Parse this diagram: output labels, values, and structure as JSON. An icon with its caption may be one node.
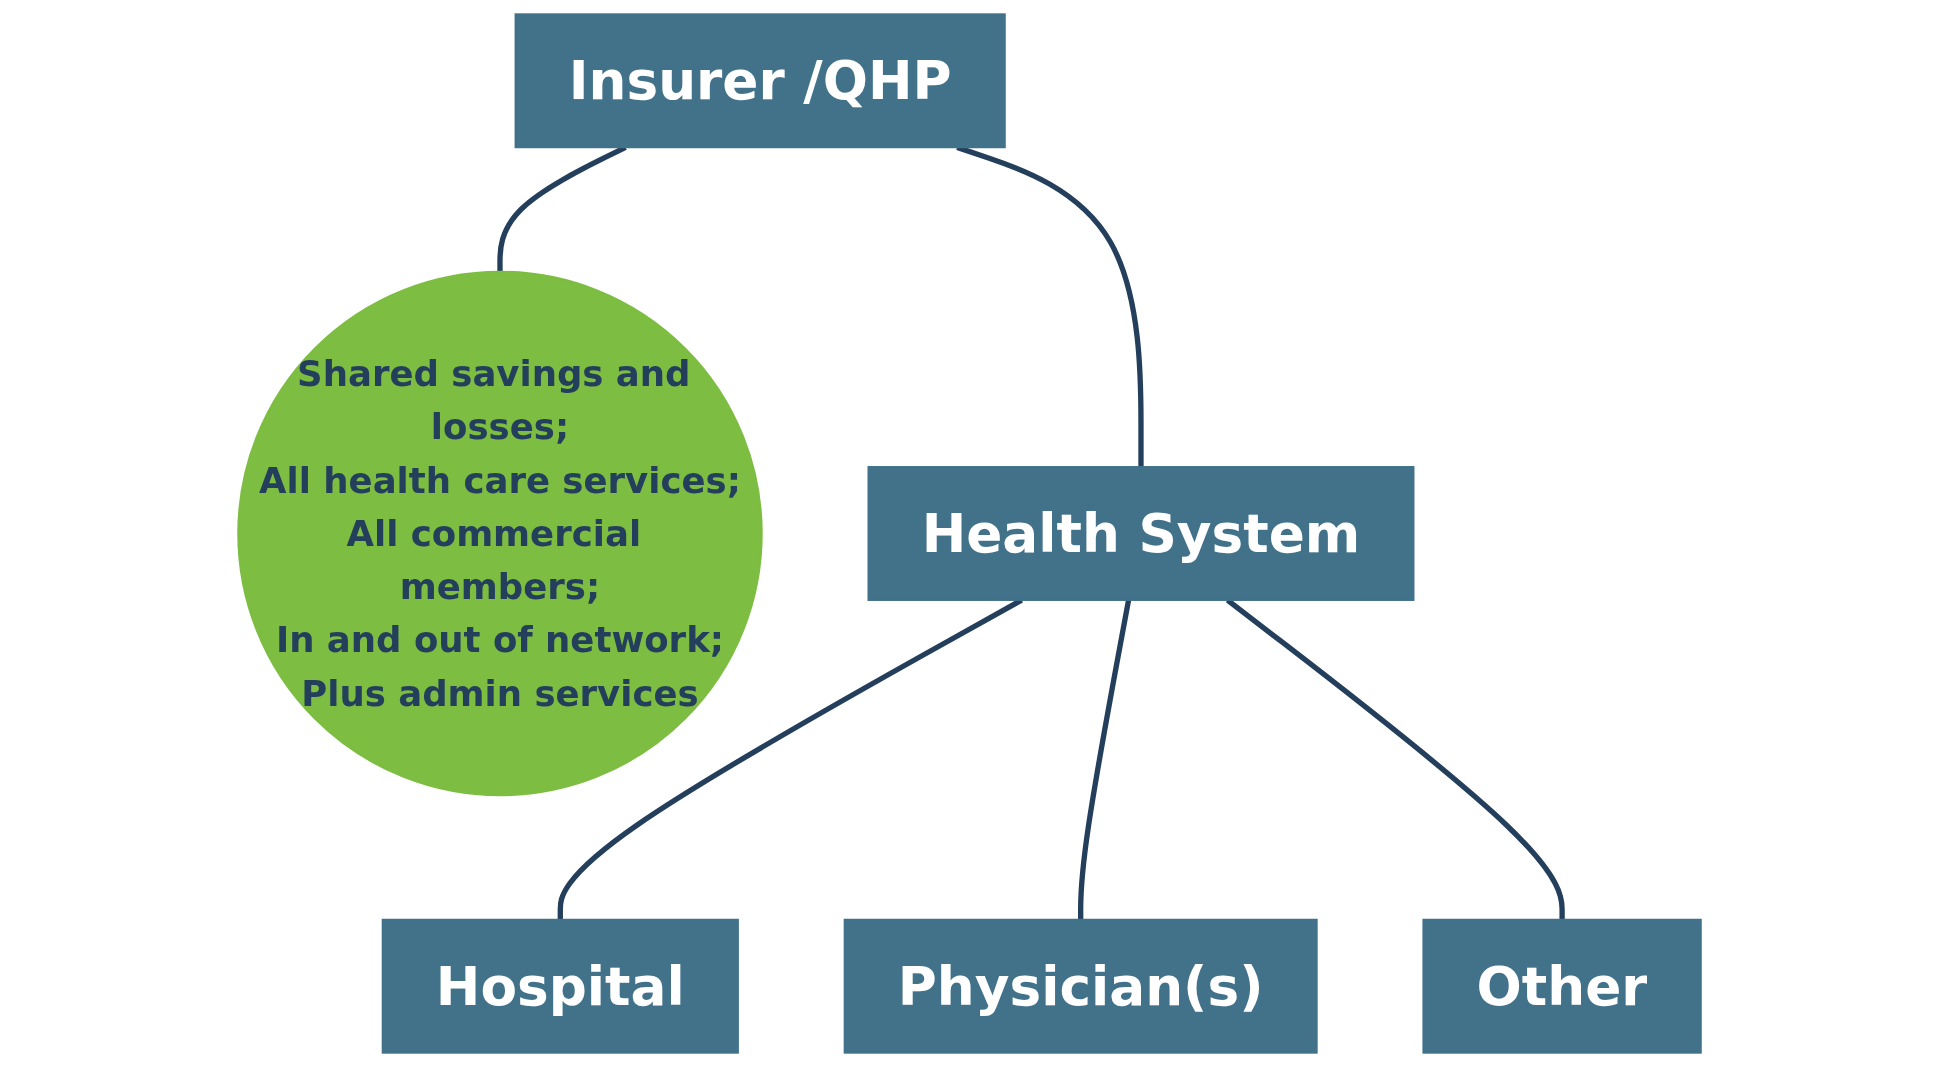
{
  "diagram": {
    "nodes": [
      {
        "text": [
          "Insurer /QHP"
        ]
      },
      {
        "text": [
          "Shared savings and losses;",
          "All health care services;",
          "All commercial members;",
          "In and out of network;",
          "Plus admin services"
        ]
      },
      {
        "text": [
          "Health System"
        ]
      },
      {
        "text": [
          "Hospital"
        ]
      },
      {
        "text": [
          "Physician(s)"
        ]
      },
      {
        "text": [
          "Other"
        ]
      }
    ],
    "edges": [
      {
        "from": 0,
        "to": 1,
        "arrow": "none"
      },
      {
        "from": 0,
        "to": 2,
        "arrow": "none"
      },
      {
        "from": 2,
        "to": 3,
        "arrow": "none"
      },
      {
        "from": 2,
        "to": 4,
        "arrow": "none"
      },
      {
        "from": 2,
        "to": 5,
        "arrow": "none"
      }
    ]
  }
}
